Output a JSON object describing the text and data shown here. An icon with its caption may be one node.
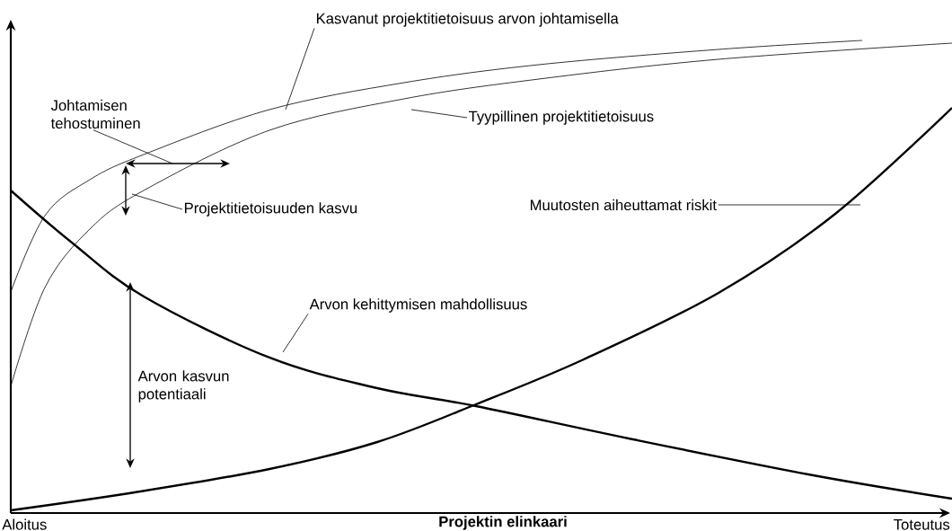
{
  "diagram": {
    "nodes": [
      {
        "text": [
          "Kasvanut projektitietoisuus arvon johtamisella"
        ]
      },
      {
        "text": [
          "Johtamisen tehostuminen"
        ]
      },
      {
        "text": [
          "Tyypillinen projektitietoisuus"
        ]
      },
      {
        "text": [
          "Projektitietoisuuden kasvu"
        ]
      },
      {
        "text": [
          "Muutosten aiheuttamat riskit"
        ]
      },
      {
        "text": [
          "Arvon kehittymisen mahdollisuus"
        ]
      }
    ],
    "edges": [
      {
        "from": 0,
        "to": null,
        "arrow": "none"
      },
      {
        "from": 1,
        "to": null,
        "arrow": "none"
      },
      {
        "from": 2,
        "to": null,
        "arrow": "none"
      },
      {
        "from": 3,
        "to": null,
        "arrow": "none"
      },
      {
        "from": 4,
        "to": null,
        "arrow": "none"
      },
      {
        "from": 5,
        "to": null,
        "arrow": "none"
      }
    ],
    "labels": [
      "Arvon kasvun potentiaali",
      "Aloitus",
      "Projektin elinkaari",
      "Toteutus"
    ]
  }
}
